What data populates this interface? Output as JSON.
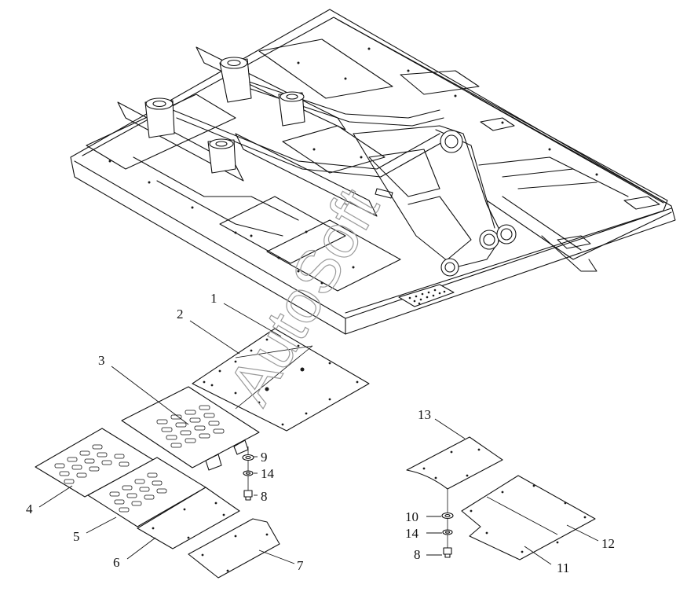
{
  "watermark": "AutoSoft",
  "callouts": [
    {
      "id": "c1",
      "text": "1"
    },
    {
      "id": "c2",
      "text": "2"
    },
    {
      "id": "c3",
      "text": "3"
    },
    {
      "id": "c4",
      "text": "4"
    },
    {
      "id": "c5",
      "text": "5"
    },
    {
      "id": "c6",
      "text": "6"
    },
    {
      "id": "c7",
      "text": "7"
    },
    {
      "id": "c8a",
      "text": "8"
    },
    {
      "id": "c9",
      "text": "9"
    },
    {
      "id": "c14a",
      "text": "14"
    },
    {
      "id": "c13",
      "text": "13"
    },
    {
      "id": "c10",
      "text": "10"
    },
    {
      "id": "c14b",
      "text": "14"
    },
    {
      "id": "c8b",
      "text": "8"
    },
    {
      "id": "c12",
      "text": "12"
    },
    {
      "id": "c11",
      "text": "11"
    }
  ]
}
